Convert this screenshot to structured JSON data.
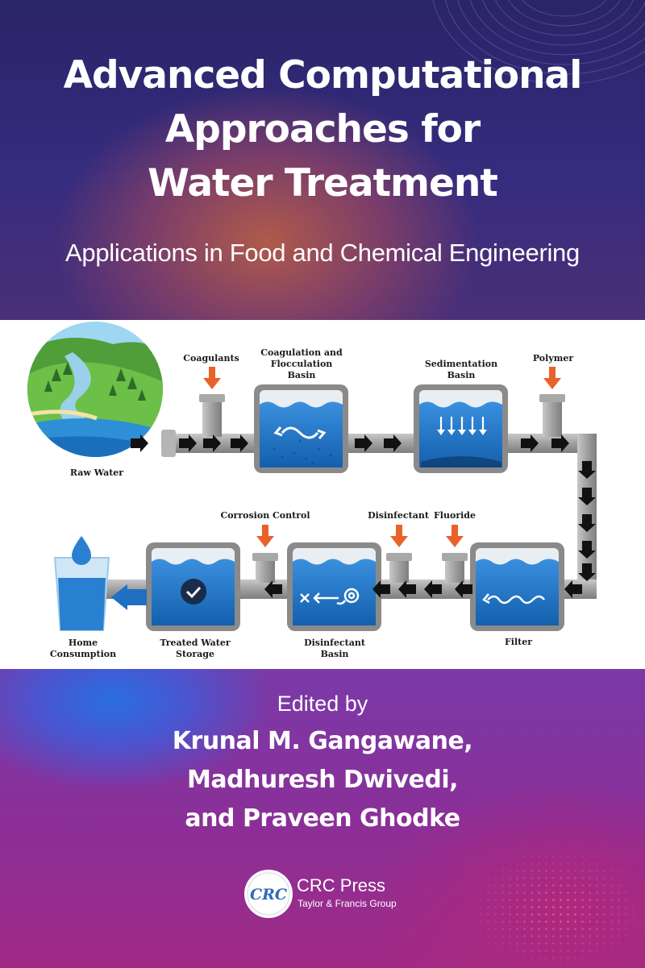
{
  "cover": {
    "title_lines": [
      "Advanced Computational",
      "Approaches for",
      "Water Treatment"
    ],
    "subtitle": "Applications in Food and Chemical Engineering",
    "edited_by": "Edited by",
    "editors": [
      "Krunal M. Gangawane,",
      "Madhuresh Dwivedi,",
      "and Praveen Ghodke"
    ],
    "publisher": {
      "logo_text": "CRC",
      "name": "CRC Press",
      "group": "Taylor & Francis Group"
    }
  },
  "diagram": {
    "labels": {
      "raw_water": "Raw Water",
      "coagulants": "Coagulants",
      "coagulation_basin": "Coagulation and\nFlocculation\nBasin",
      "sedimentation_basin": "Sedimentation\nBasin",
      "polymer": "Polymer",
      "corrosion_control": "Corrosion Control",
      "disinfectant": "Disinfectant",
      "fluoride": "Fluoride",
      "filter": "Filter",
      "disinfectant_basin": "Disinfectant\nBasin",
      "treated_water_storage": "Treated Water\nStorage",
      "home_consumption": "Home\nConsumption"
    },
    "colors": {
      "water": "#1f73c4",
      "tank_frame": "#8a8a8a",
      "pipe": "#9a9a9a",
      "dosing_arrow": "#e8622a",
      "flow_arrow": "#111111",
      "output_arrow": "#1f6fc2"
    }
  },
  "colors": {
    "top_background": "#2b2770",
    "bottom_background": "#8a2f98",
    "text": "#ffffff"
  }
}
